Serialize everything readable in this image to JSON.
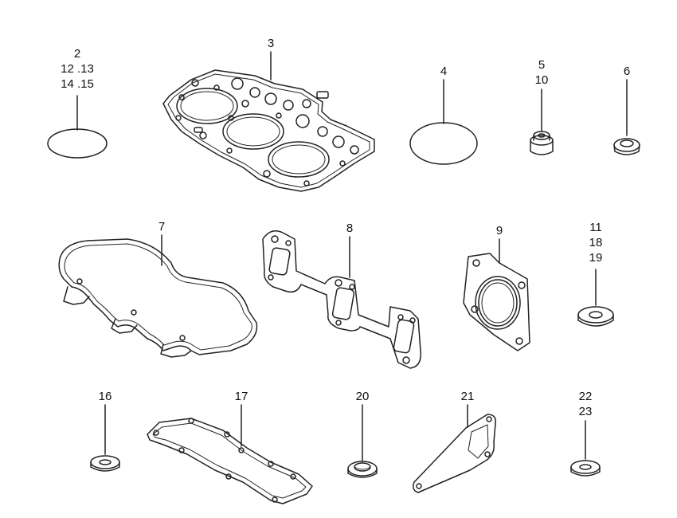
{
  "diagram": {
    "parts": [
      {
        "id": "p1",
        "lines": [
          "2",
          "12 .13",
          "14 .15"
        ],
        "icon": "o-ring-icon"
      },
      {
        "id": "p2",
        "lines": [
          "3"
        ],
        "icon": "cylinder-head-gasket-icon"
      },
      {
        "id": "p3",
        "lines": [
          "4"
        ],
        "icon": "o-ring-icon"
      },
      {
        "id": "p4",
        "lines": [
          "5",
          "10"
        ],
        "icon": "valve-stem-seal-icon"
      },
      {
        "id": "p5",
        "lines": [
          "6"
        ],
        "icon": "rubber-grommet-icon"
      },
      {
        "id": "p6",
        "lines": [
          "7"
        ],
        "icon": "valve-cover-gasket-icon"
      },
      {
        "id": "p7",
        "lines": [
          "8"
        ],
        "icon": "manifold-gasket-icon"
      },
      {
        "id": "p8",
        "lines": [
          "9"
        ],
        "icon": "flange-gasket-icon"
      },
      {
        "id": "p9",
        "lines": [
          "11",
          "18",
          "19"
        ],
        "icon": "washer-icon"
      },
      {
        "id": "p10",
        "lines": [
          "16"
        ],
        "icon": "washer-icon"
      },
      {
        "id": "p11",
        "lines": [
          "17"
        ],
        "icon": "strip-gasket-icon"
      },
      {
        "id": "p12",
        "lines": [
          "20"
        ],
        "icon": "seal-ring-icon"
      },
      {
        "id": "p13",
        "lines": [
          "21"
        ],
        "icon": "triangle-gasket-icon"
      },
      {
        "id": "p14",
        "lines": [
          "22",
          "23"
        ],
        "icon": "washer-icon"
      }
    ]
  }
}
